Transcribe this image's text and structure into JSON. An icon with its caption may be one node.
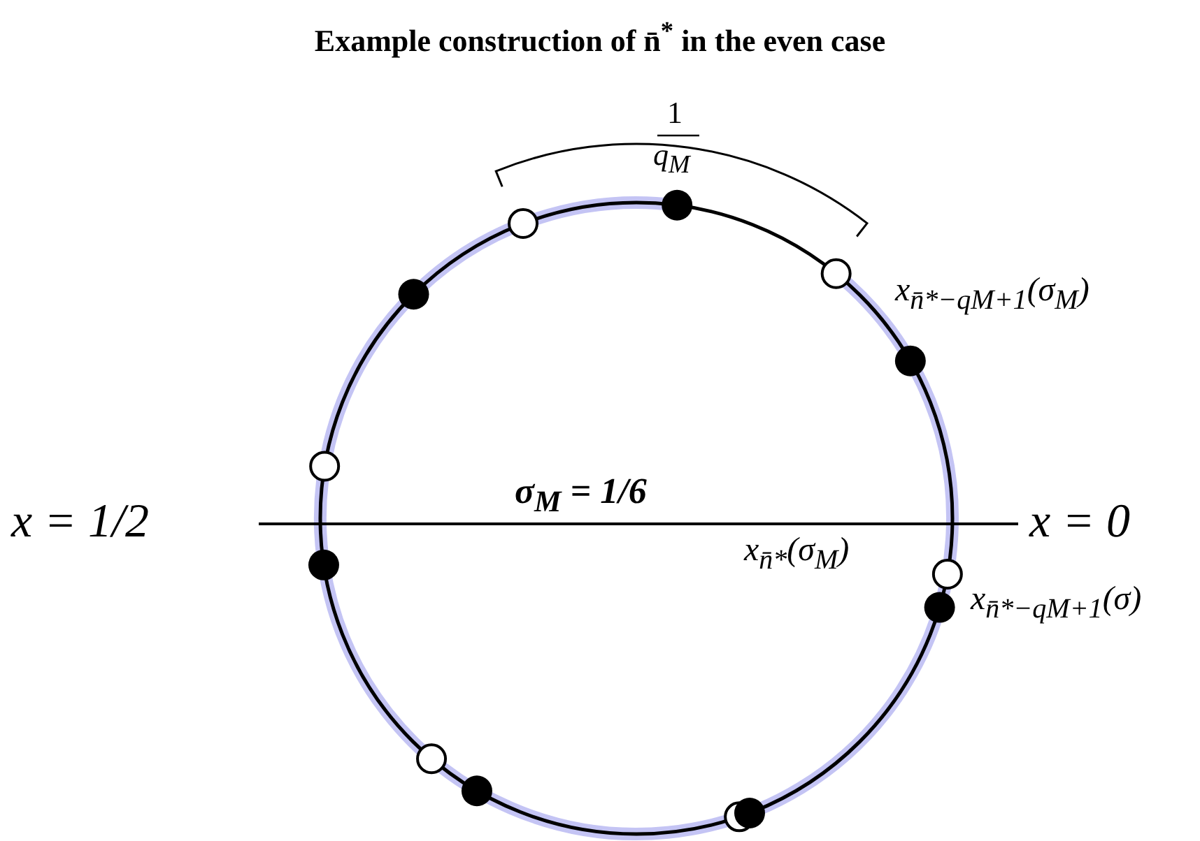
{
  "diagram": {
    "title": "Example construction of n̄$^{*}$ in the even case",
    "labels": [
      "1",
      "q$_{M}$",
      "x$_{n̄*−qM+1}$(σ$_{M}$)",
      "x = 1/2",
      "σ$_{M}$ = 1/6",
      "x = 0",
      "x$_{n̄*}$(σ$_{M}$)",
      "x$_{n̄*−qM+1}$(σ)"
    ]
  }
}
